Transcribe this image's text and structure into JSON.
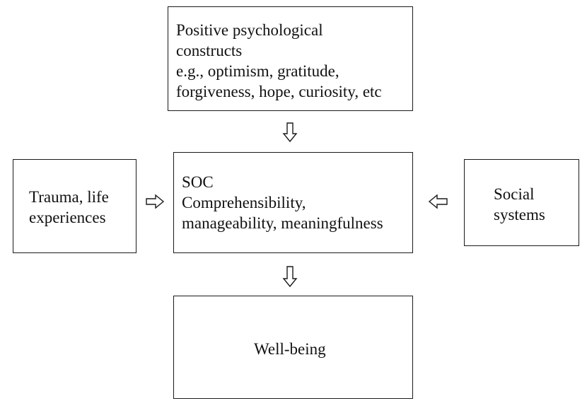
{
  "diagram": {
    "positive_constructs": {
      "lines": [
        "Positive psychological",
        "constructs",
        "e.g., optimism, gratitude,",
        "forgiveness, hope, curiosity, etc"
      ]
    },
    "soc": {
      "lines": [
        "SOC",
        "Comprehensibility,",
        "manageability, meaningfulness"
      ]
    },
    "trauma": {
      "lines": [
        "Trauma, life",
        "experiences"
      ]
    },
    "social": {
      "lines": [
        "Social",
        "systems"
      ]
    },
    "wellbeing": {
      "label": "Well-being"
    },
    "arrows": [
      {
        "from": "positive_constructs",
        "to": "soc"
      },
      {
        "from": "trauma",
        "to": "soc"
      },
      {
        "from": "social",
        "to": "soc"
      },
      {
        "from": "soc",
        "to": "wellbeing"
      }
    ]
  }
}
